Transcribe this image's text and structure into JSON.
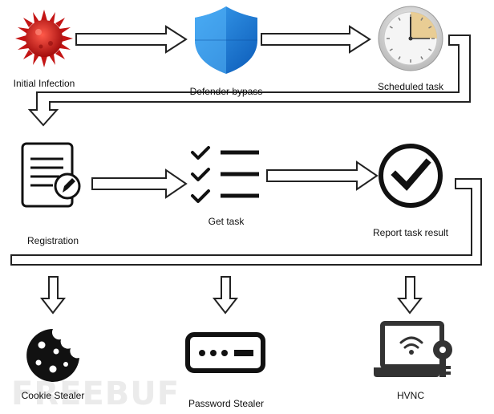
{
  "nodes": {
    "initial_infection": "Initial Infection",
    "defender_bypass": "Defender bypass",
    "scheduled_task": "Scheduled task",
    "registration": "Registration",
    "get_task": "Get task",
    "report_task_result": "Report task result",
    "cookie_stealer": "Cookie Stealer",
    "password_stealer": "Password Stealer",
    "hvnc": "HVNC"
  },
  "watermark": "FREEBUF",
  "icons": [
    "virus-icon",
    "defender-shield-icon",
    "clock-icon",
    "registration-document-icon",
    "task-checklist-icon",
    "checkmark-circle-icon",
    "cookie-icon",
    "password-field-icon",
    "laptop-wifi-key-icon"
  ],
  "colors": {
    "virus": "#d41c1c",
    "shield_light": "#3aa0f0",
    "shield_dark": "#0c5bb8",
    "clock_face": "#f3f3f3",
    "clock_wedge": "#e8c98a",
    "arrow_stroke": "#222222",
    "icon_dark": "#111111"
  }
}
